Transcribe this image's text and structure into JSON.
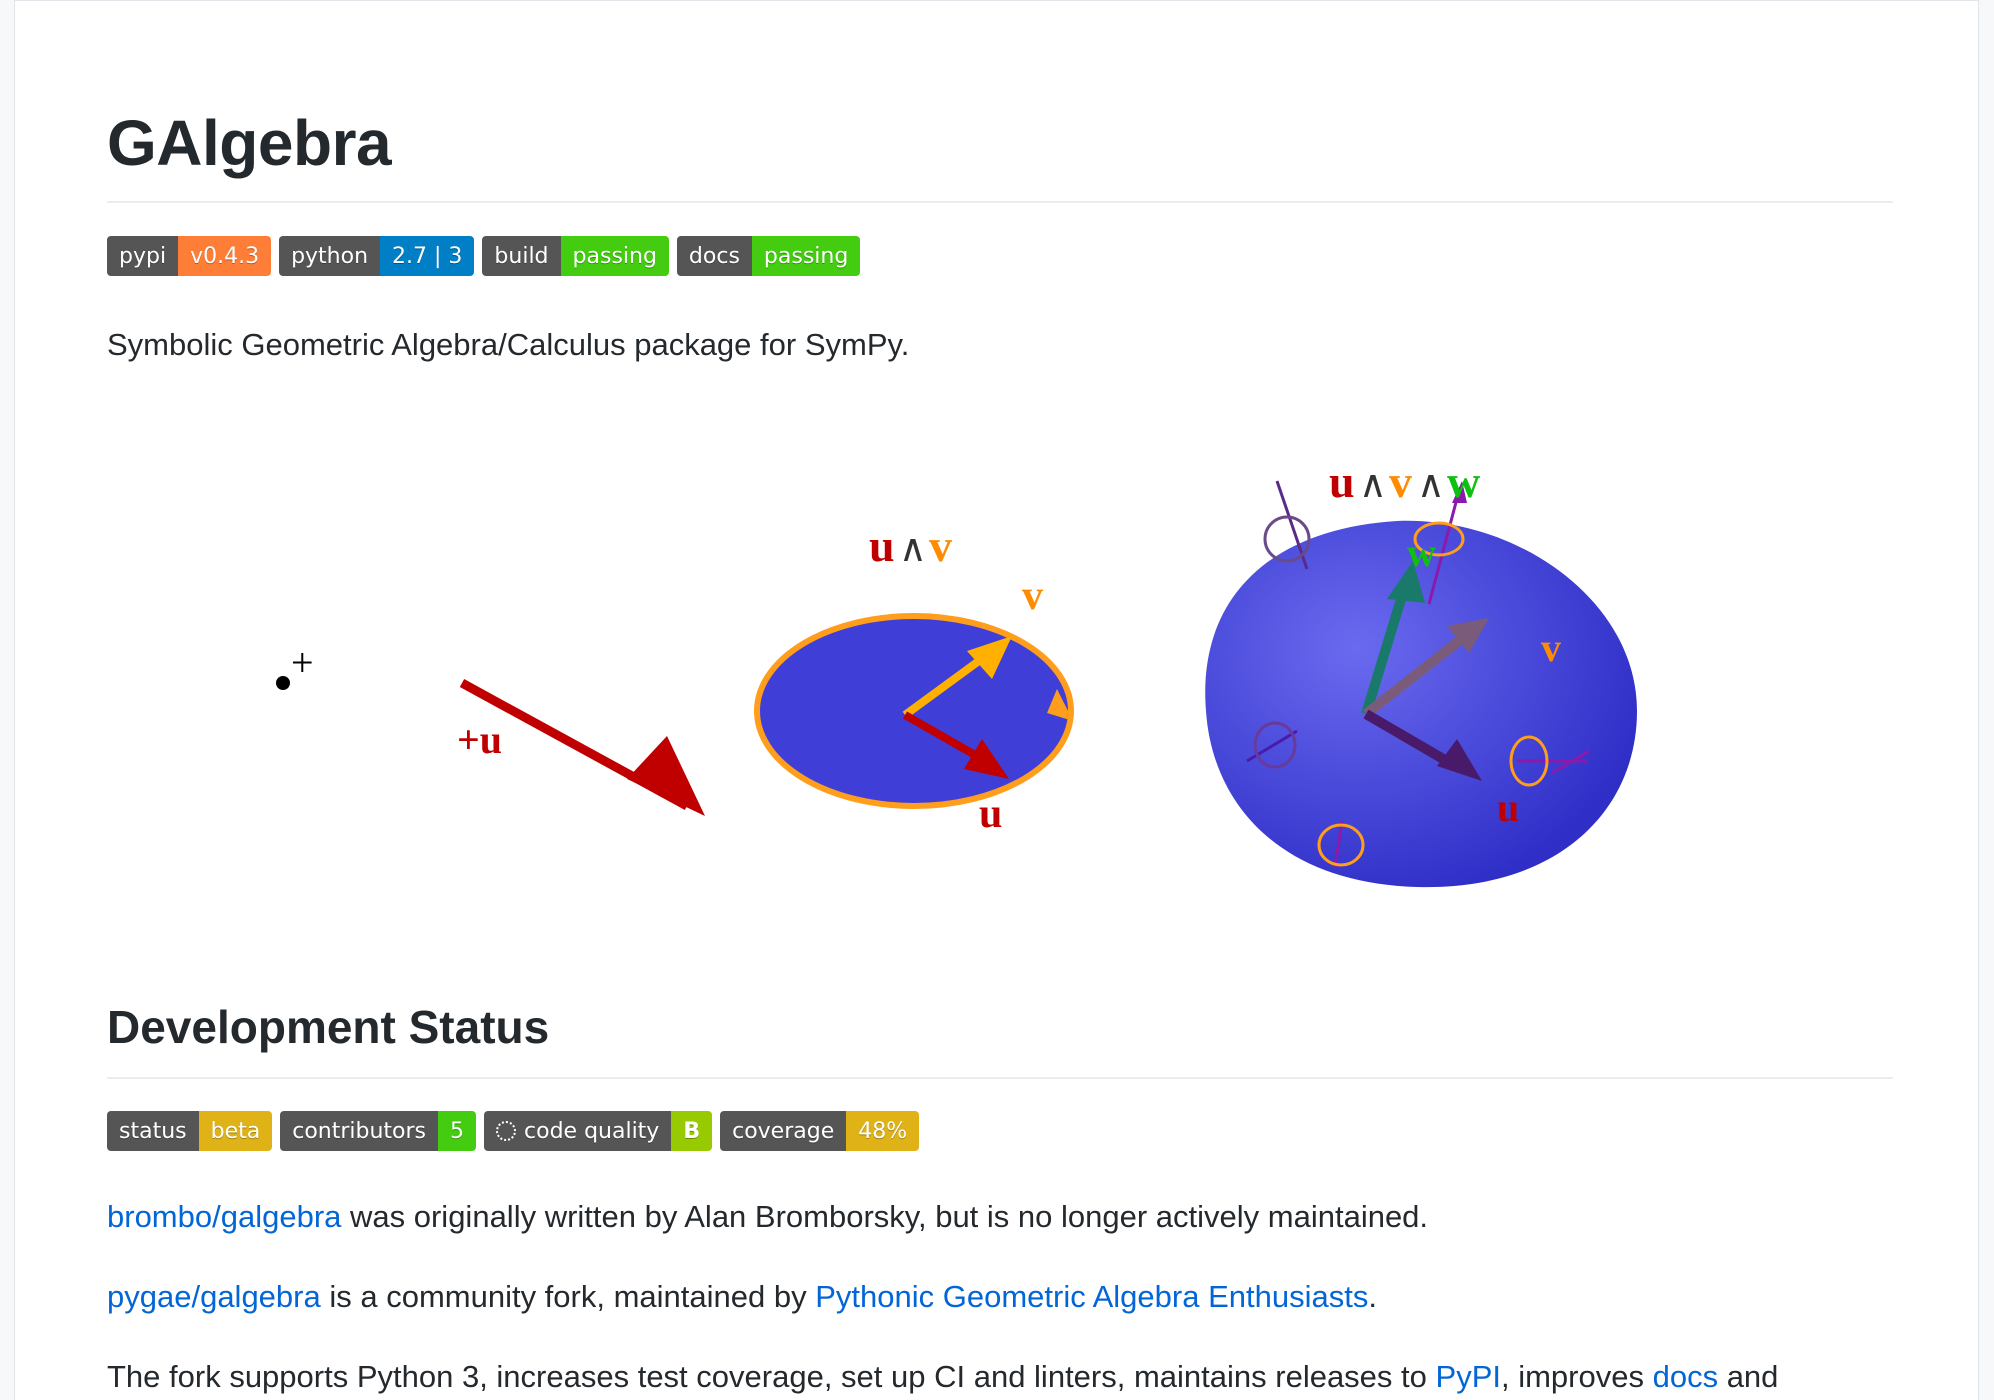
{
  "title": "GAlgebra",
  "badges_top": [
    {
      "label": "pypi",
      "value": "v0.4.3",
      "color": "#fe7d37"
    },
    {
      "label": "python",
      "value": "2.7 | 3",
      "color": "#007ec6"
    },
    {
      "label": "build",
      "value": "passing",
      "color": "#4c1"
    },
    {
      "label": "docs",
      "value": "passing",
      "color": "#4c1"
    }
  ],
  "description": "Symbolic Geometric Algebra/Calculus package for SymPy.",
  "figure": {
    "point_plus": "+",
    "vector_label": "+u",
    "u": "u",
    "v": "v",
    "w": "w",
    "wedge": "∧",
    "colors": {
      "u": "#c00000",
      "v": "#ff8c00",
      "w": "#10c010",
      "plane": "#3f3fd8",
      "volume": "#4444dd"
    }
  },
  "section_title": "Development Status",
  "badges_status": [
    {
      "label": "status",
      "value": "beta",
      "color": "#dfb317"
    },
    {
      "label": "contributors",
      "value": "5",
      "color": "#4c1"
    },
    {
      "label": "code quality",
      "value": "B",
      "color": "#97ca00"
    },
    {
      "label": "coverage",
      "value": "48%",
      "color": "#dfb317"
    }
  ],
  "para1": {
    "link": "brombo/galgebra",
    "text": " was originally written by Alan Bromborsky, but is no longer actively maintained."
  },
  "para2": {
    "link": "pygae/galgebra",
    "text": " is a community fork, maintained by ",
    "link2": "Pythonic Geometric Algebra Enthusiasts",
    "end": "."
  },
  "para3": {
    "text": "The fork supports Python 3, increases test coverage, set up CI and linters, maintains releases to ",
    "link": "PyPI",
    "mid": ", improves ",
    "link2": "docs",
    "end": " and"
  }
}
